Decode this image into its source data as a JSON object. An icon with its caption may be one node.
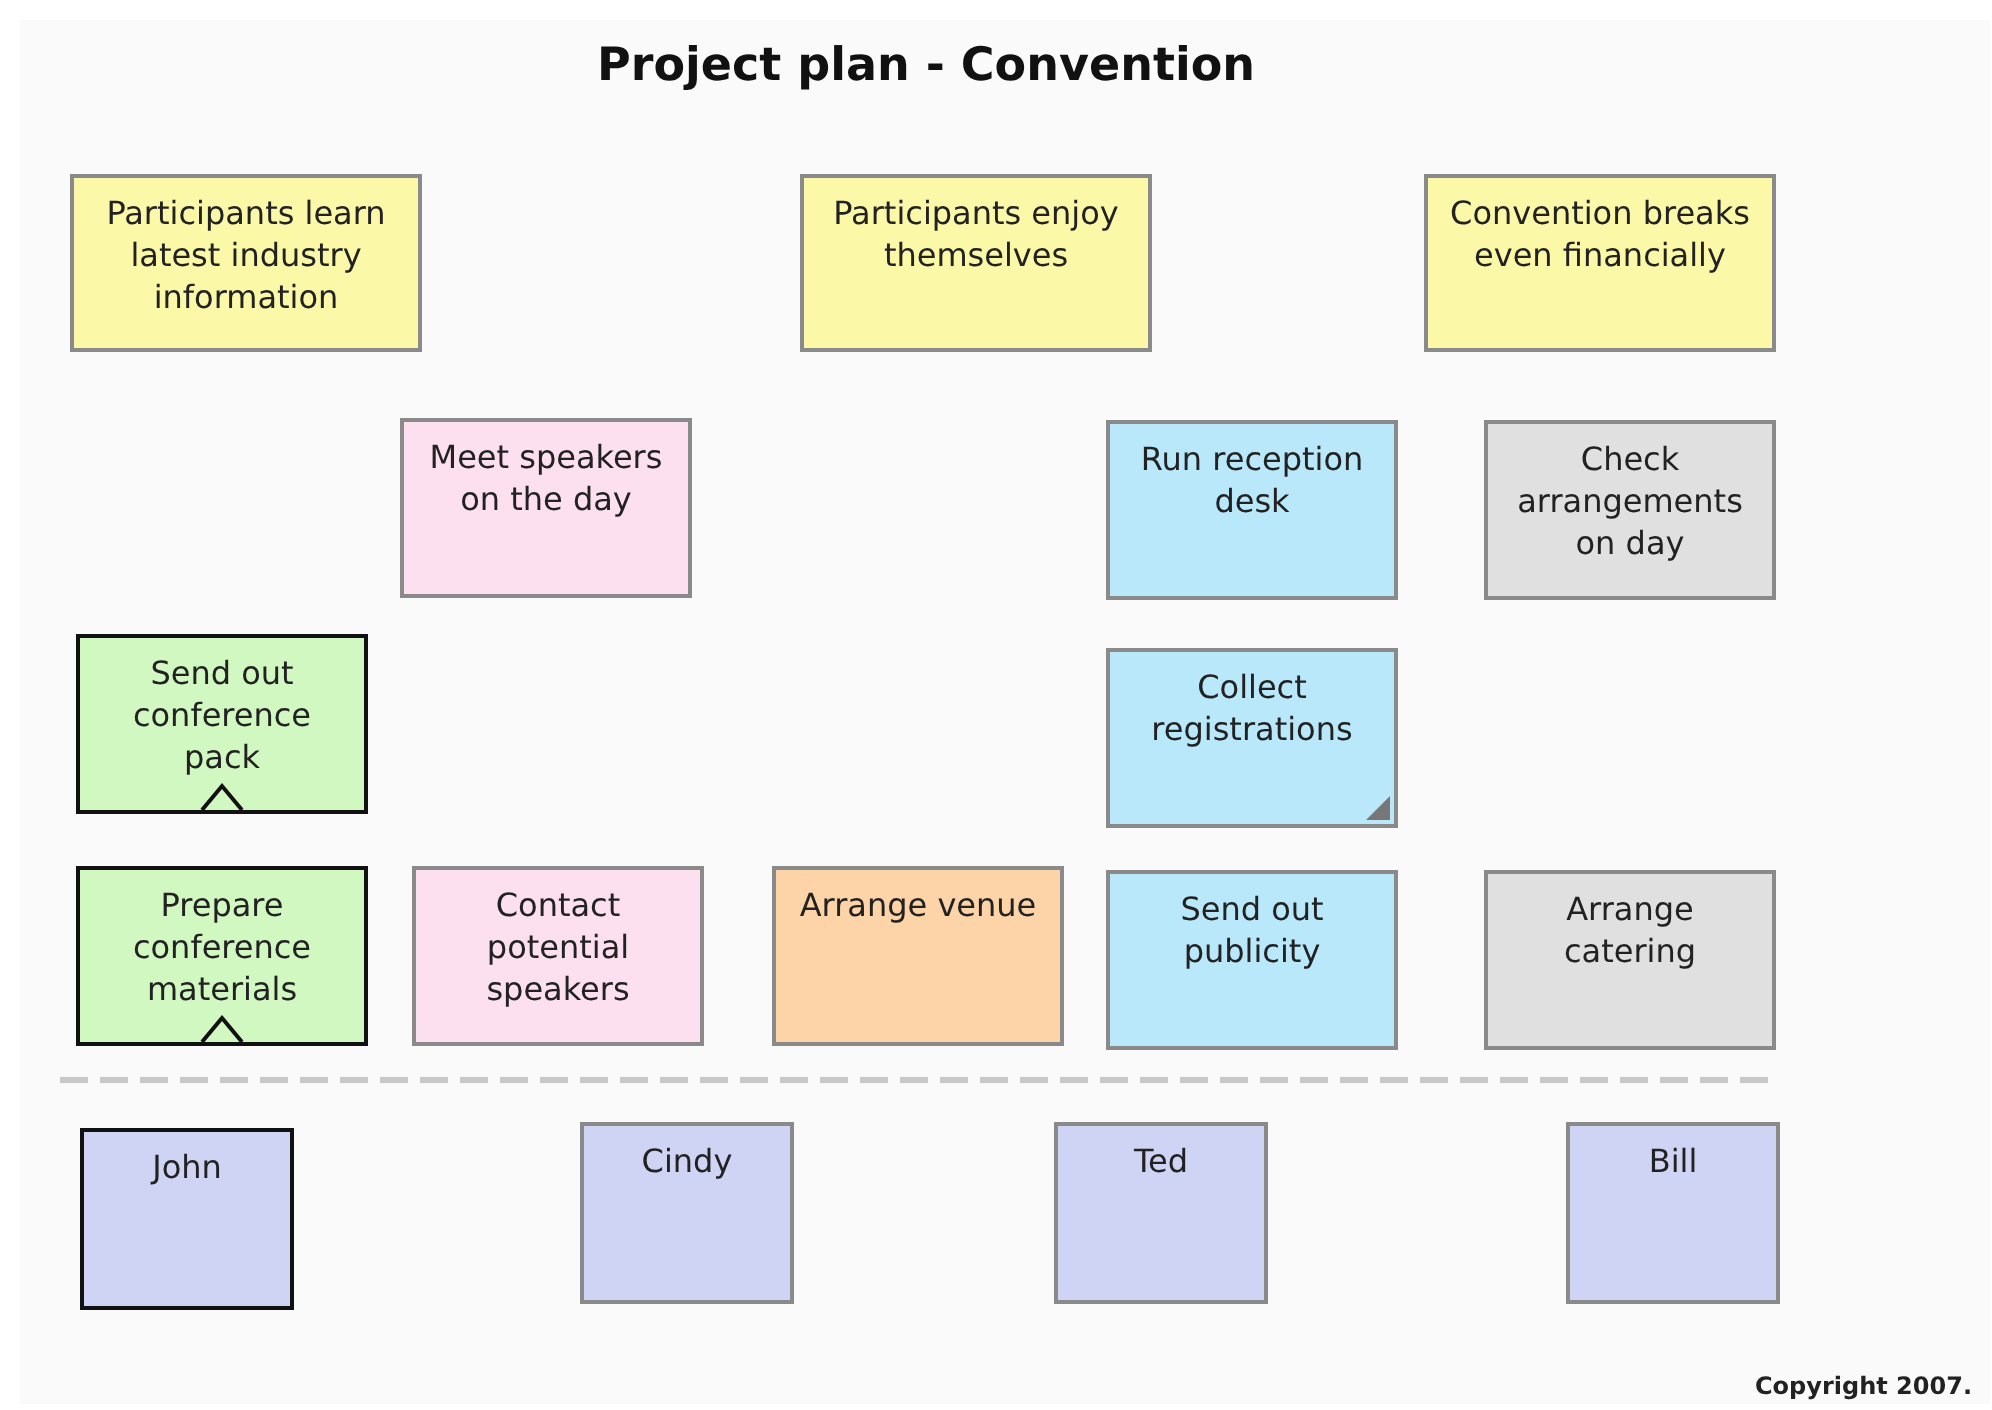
{
  "diagram": {
    "title": "Project plan - Convention",
    "nodes": [
      {
        "text": [
          "Participants learn latest industry information"
        ]
      },
      {
        "text": [
          "Participants enjoy themselves"
        ]
      },
      {
        "text": [
          "Convention breaks even financially"
        ]
      },
      {
        "text": [
          "Meet speakers on the day"
        ]
      },
      {
        "text": [
          "Run reception desk"
        ]
      },
      {
        "text": [
          "Check arrangements on day"
        ]
      },
      {
        "text": [
          "Send out conference pack"
        ]
      },
      {
        "text": [
          "Collect registrations"
        ]
      },
      {
        "text": [
          "Prepare conference materials"
        ]
      },
      {
        "text": [
          "Contact potential speakers"
        ]
      },
      {
        "text": [
          "Arrange venue"
        ]
      },
      {
        "text": [
          "Send out publicity"
        ]
      },
      {
        "text": [
          "Arrange catering"
        ]
      },
      {
        "text": [
          "John"
        ]
      },
      {
        "text": [
          "Cindy"
        ]
      },
      {
        "text": [
          "Ted"
        ]
      },
      {
        "text": [
          "Bill"
        ]
      }
    ],
    "labels": [
      "Copyright 2007."
    ]
  }
}
